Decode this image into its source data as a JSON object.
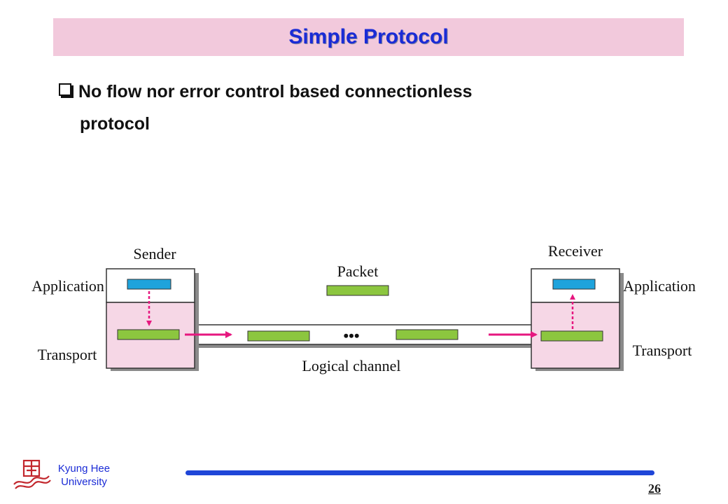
{
  "slide": {
    "title": "Simple Protocol",
    "bullet_line1": "No flow nor error control based connectionless",
    "bullet_line2": "protocol"
  },
  "diagram": {
    "sender_label": "Sender",
    "receiver_label": "Receiver",
    "application_left": "Application",
    "application_right": "Application",
    "transport_left": "Transport",
    "transport_right": "Transport",
    "packet_label": "Packet",
    "channel_label": "Logical channel",
    "ellipsis": "•••",
    "colors": {
      "packet": "#8cc63f",
      "app_block": "#1ea3dc",
      "arrow": "#e6177f",
      "host_fill": "#f6d7e6"
    }
  },
  "footer": {
    "university_line1": "Kyung Hee",
    "university_line2": "University",
    "page_number": "26"
  }
}
